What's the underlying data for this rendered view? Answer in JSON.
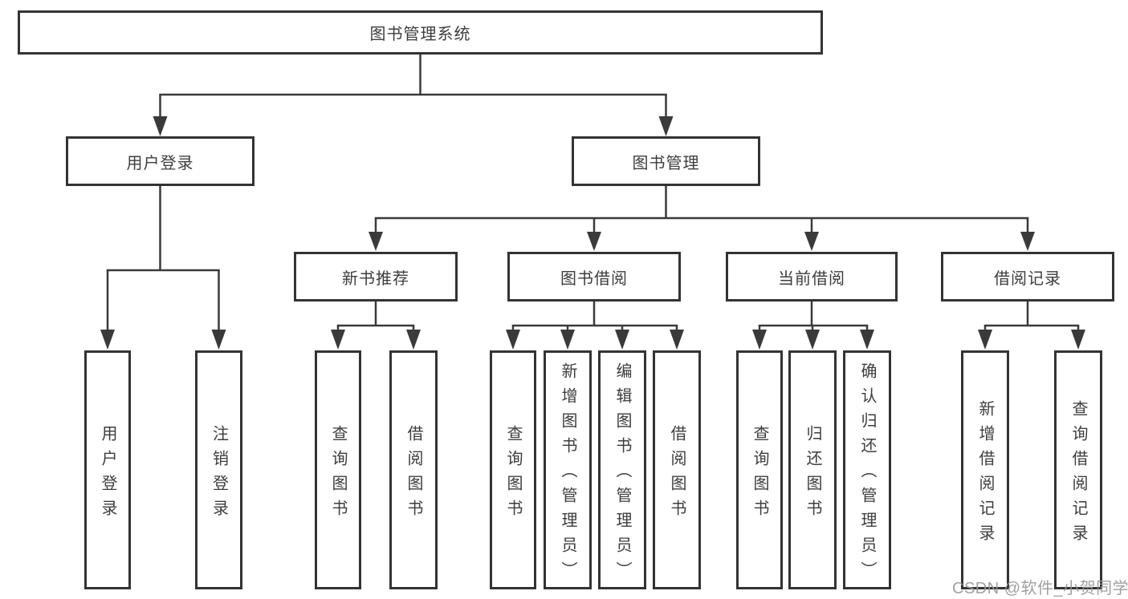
{
  "colors": {
    "background": "#ffffff",
    "box_border": "#333333",
    "connector_line": "#3a3a3a",
    "text": "#3d3d3d",
    "watermark": "#989898"
  },
  "watermark": {
    "text": "CSDN @软件_小贺同学"
  },
  "nodes": {
    "root": {
      "label": "图书管理系统"
    },
    "user_login": {
      "label": "用户登录"
    },
    "book_management": {
      "label": "图书管理"
    },
    "new_book_recommend": {
      "label": "新书推荐"
    },
    "book_borrow": {
      "label": "图书借阅"
    },
    "current_borrow": {
      "label": "当前借阅"
    },
    "borrow_records": {
      "label": "借阅记录"
    },
    "leaf_user_login": {
      "label": "用户登录"
    },
    "leaf_logout": {
      "label": "注销登录"
    },
    "leaf_query_book_1": {
      "label": "查询图书"
    },
    "leaf_borrow_book_1": {
      "label": "借阅图书"
    },
    "leaf_query_book_2": {
      "label": "查询图书"
    },
    "leaf_add_book_admin": {
      "label": "新增图书（管理员）"
    },
    "leaf_edit_book_admin": {
      "label": "编辑图书（管理员）"
    },
    "leaf_borrow_book_2": {
      "label": "借阅图书"
    },
    "leaf_query_book_3": {
      "label": "查询图书"
    },
    "leaf_return_book": {
      "label": "归还图书"
    },
    "leaf_confirm_return_admin": {
      "label": "确认归还（管理员）"
    },
    "leaf_add_borrow_record": {
      "label": "新增借阅记录"
    },
    "leaf_query_borrow_record": {
      "label": "查询借阅记录"
    }
  },
  "hierarchy": {
    "root": [
      "user_login",
      "book_management"
    ],
    "user_login": [
      "leaf_user_login",
      "leaf_logout"
    ],
    "book_management": [
      "new_book_recommend",
      "book_borrow",
      "current_borrow",
      "borrow_records"
    ],
    "new_book_recommend": [
      "leaf_query_book_1",
      "leaf_borrow_book_1"
    ],
    "book_borrow": [
      "leaf_query_book_2",
      "leaf_add_book_admin",
      "leaf_edit_book_admin",
      "leaf_borrow_book_2"
    ],
    "current_borrow": [
      "leaf_query_book_3",
      "leaf_return_book",
      "leaf_confirm_return_admin"
    ],
    "borrow_records": [
      "leaf_add_borrow_record",
      "leaf_query_borrow_record"
    ]
  }
}
